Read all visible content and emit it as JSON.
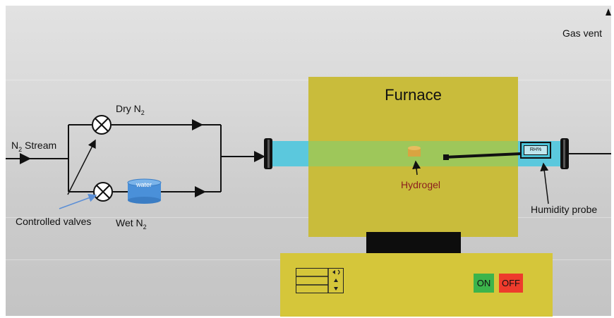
{
  "labels": {
    "n2_stream": "N",
    "n2_stream_sub": "2",
    "n2_stream_tail": " Stream",
    "dry_n2": "Dry N",
    "dry_n2_sub": "2",
    "wet_n2": "Wet N",
    "wet_n2_sub": "2",
    "controlled_valves": "Controlled valves",
    "water": "water",
    "furnace": "Furnace",
    "hydrogel": "Hydrogel",
    "humidity_probe": "Humidity probe",
    "rh_display": "RH%",
    "gas_vent": "Gas vent",
    "on_button": "ON",
    "off_button": "OFF"
  },
  "colors": {
    "furnace": "#c9bc3b",
    "control_box": "#d5c63a",
    "tube": "#5bc8dd",
    "water_tank": "#4a90d9",
    "on_button": "#3cb44b",
    "off_button": "#ee3b2c",
    "hydrogel_text": "#8b1e1e",
    "valve_pointer": "#5b8fd6"
  }
}
